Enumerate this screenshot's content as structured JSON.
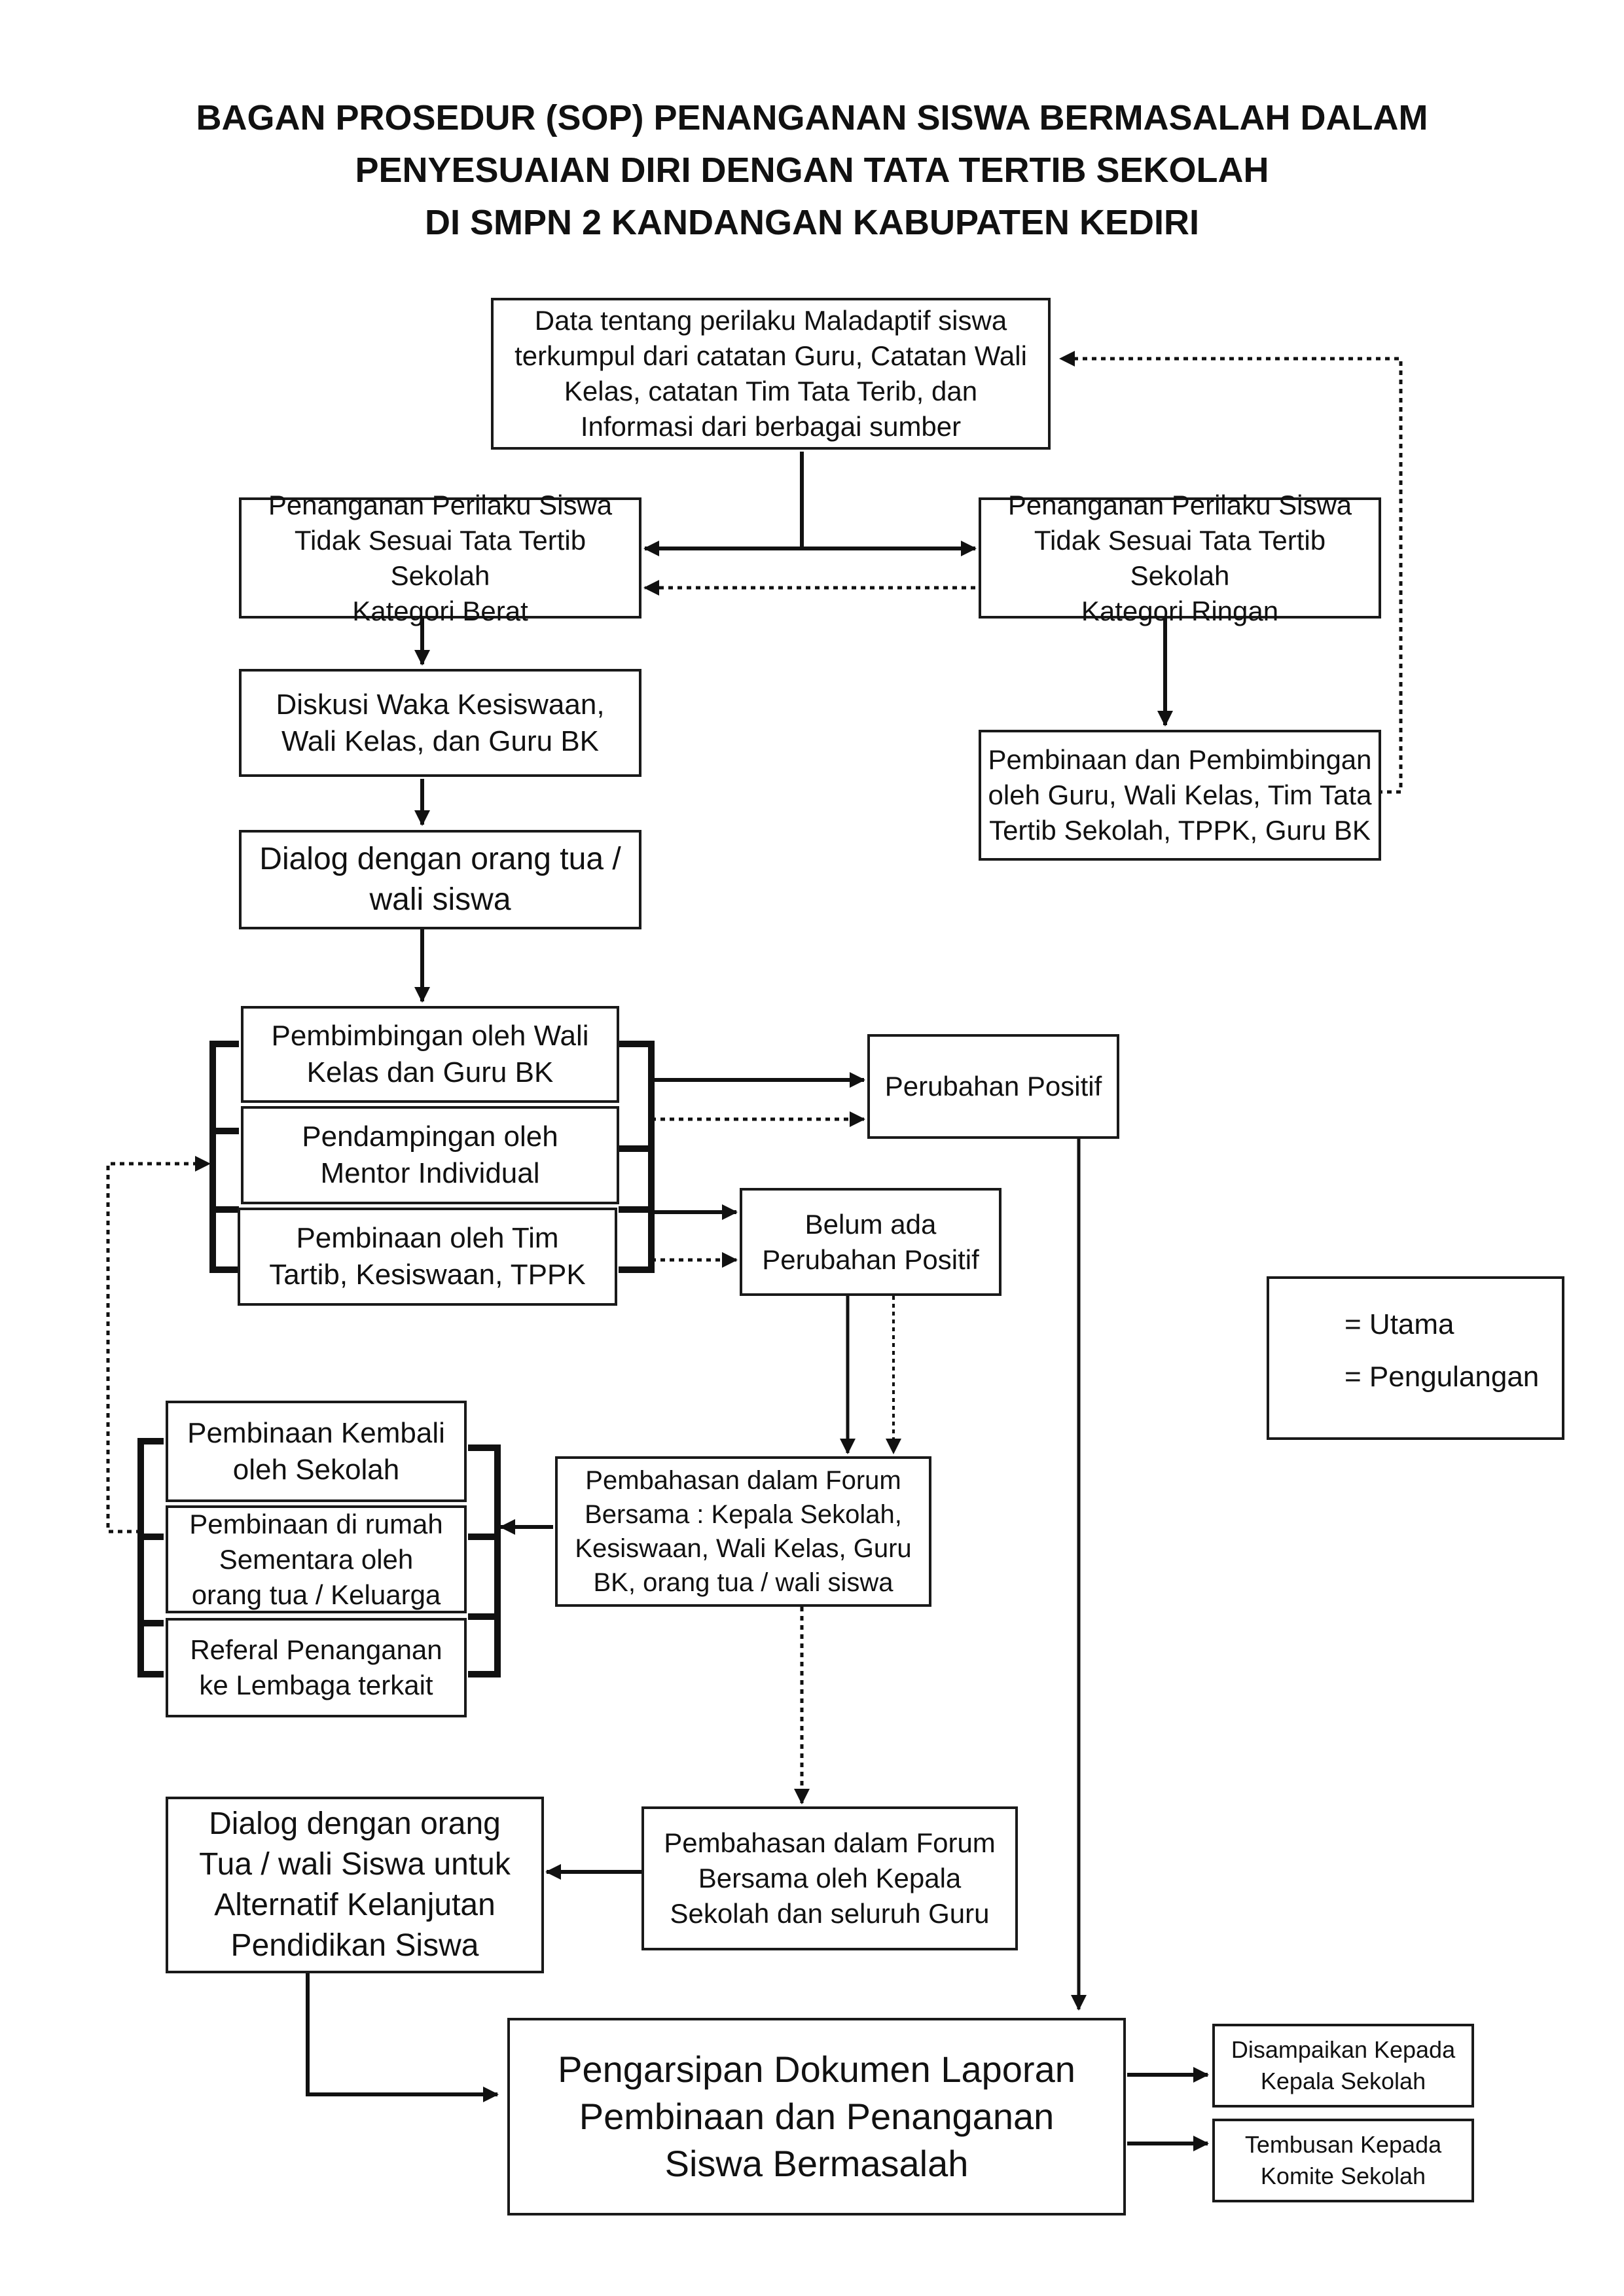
{
  "title": {
    "line1": "BAGAN PROSEDUR (SOP) PENANGANAN SISWA BERMASALAH DALAM",
    "line2": "PENYESUAIAN DIRI DENGAN TATA TERTIB SEKOLAH",
    "line3": "DI SMPN 2 KANDANGAN KABUPATEN KEDIRI"
  },
  "nodes": {
    "data_collection": [
      "Data tentang perilaku Maladaptif siswa",
      "terkumpul dari catatan Guru, Catatan Wali",
      "Kelas, catatan Tim Tata Terib, dan",
      "Informasi dari berbagai sumber"
    ],
    "kategori_berat": [
      "Penanganan Perilaku Siswa",
      "Tidak Sesuai Tata Tertib Sekolah",
      "Kategori Berat"
    ],
    "kategori_ringan": [
      "Penanganan Perilaku Siswa",
      "Tidak Sesuai Tata Tertib Sekolah",
      "Kategori Ringan"
    ],
    "diskusi": [
      "Diskusi Waka Kesiswaan,",
      "Wali Kelas, dan Guru BK"
    ],
    "pembinaan_ringan": [
      "Pembinaan dan Pembimbingan",
      "oleh Guru, Wali Kelas, Tim Tata",
      "Tertib Sekolah, TPPK, Guru BK"
    ],
    "dialog_ortu": [
      "Dialog dengan orang tua /",
      "wali siswa"
    ],
    "pembimbingan_wali": [
      "Pembimbingan oleh Wali",
      "Kelas dan Guru BK"
    ],
    "pendampingan_mentor": [
      "Pendampingan oleh",
      "Mentor Individual"
    ],
    "pembinaan_tim": [
      "Pembinaan oleh Tim",
      "Tartib, Kesiswaan, TPPK"
    ],
    "perubahan_positif": [
      "Perubahan Positif"
    ],
    "belum_perubahan": [
      "Belum ada",
      "Perubahan Positif"
    ],
    "pembinaan_kembali": [
      "Pembinaan Kembali",
      "oleh Sekolah"
    ],
    "pembinaan_rumah": [
      "Pembinaan di rumah",
      "Sementara oleh",
      "orang tua / Keluarga"
    ],
    "referal": [
      "Referal Penanganan",
      "ke Lembaga terkait"
    ],
    "forum_bersama": [
      "Pembahasan dalam Forum",
      "Bersama : Kepala Sekolah,",
      "Kesiswaan, Wali Kelas, Guru",
      "BK, orang tua / wali siswa"
    ],
    "forum_guru": [
      "Pembahasan dalam Forum",
      "Bersama oleh Kepala",
      "Sekolah dan seluruh Guru"
    ],
    "dialog_alternatif": [
      "Dialog dengan orang",
      "Tua / wali Siswa untuk",
      "Alternatif Kelanjutan",
      "Pendidikan Siswa"
    ],
    "pengarsipan": [
      "Pengarsipan Dokumen Laporan",
      "Pembinaan dan Penanganan",
      "Siswa Bermasalah"
    ],
    "disampaikan": [
      "Disampaikan Kepada",
      "Kepala Sekolah"
    ],
    "tembusan": [
      "Tembusan Kepada",
      "Komite Sekolah"
    ]
  },
  "legend": {
    "utama": "= Utama",
    "pengulangan": "= Pengulangan"
  }
}
